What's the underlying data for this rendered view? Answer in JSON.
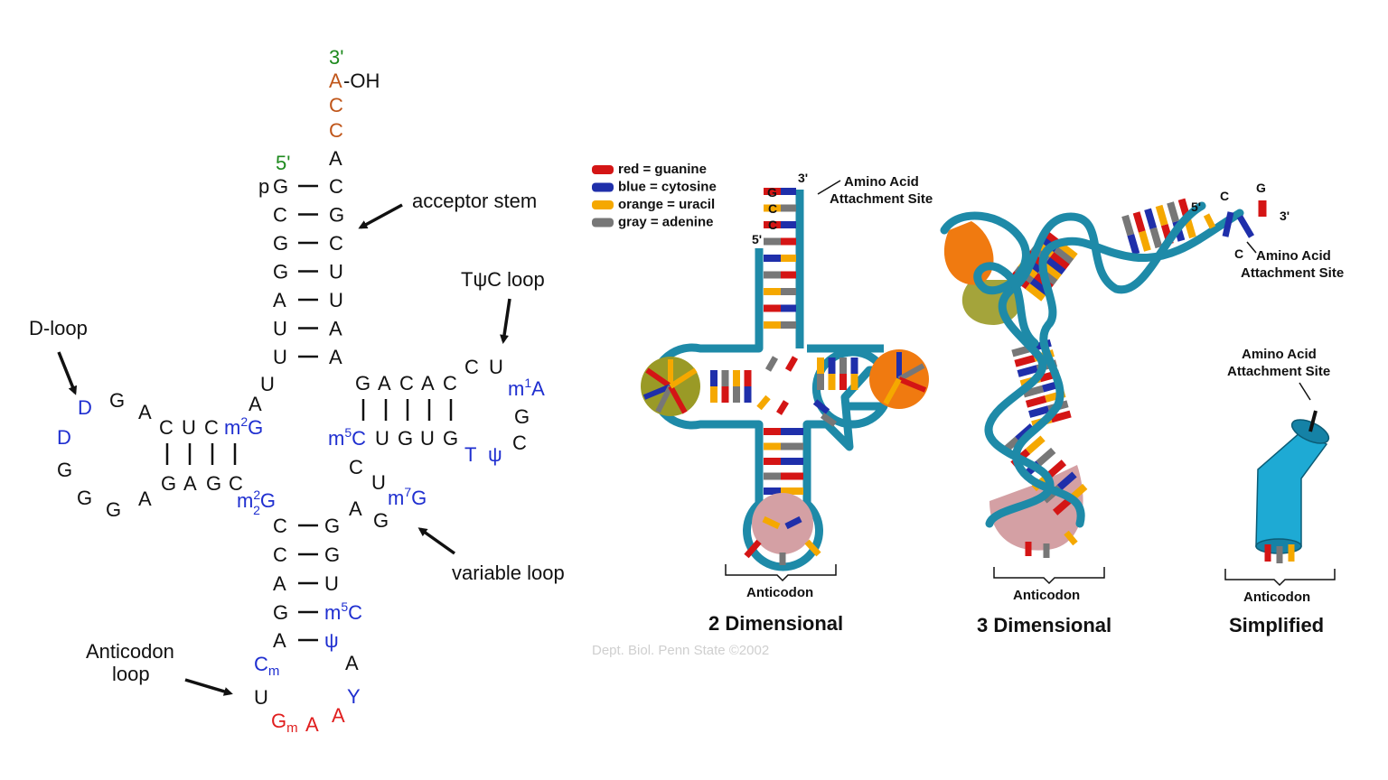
{
  "colors": {
    "text": "#111111",
    "modified": "#1f2fd0",
    "end_label": "#1e8a1e",
    "cca": "#c0561a",
    "anticodon": "#e01e1e",
    "backbone": "#1e8aa8",
    "guanine": "#d41515",
    "cytosine": "#1f2faa",
    "uracil": "#f5a800",
    "adenine": "#777777",
    "loop_olive": "#9a9a26",
    "loop_pink": "#d4a0a4",
    "loop_orange": "#f07a10"
  },
  "secondary": {
    "end3": "3'",
    "end5": "5'",
    "oh": "-OH",
    "p": "p",
    "stem_left": [
      "G",
      "C",
      "G",
      "G",
      "A",
      "U",
      "U"
    ],
    "stem_right": [
      "C",
      "G",
      "C",
      "U",
      "U",
      "A",
      "A"
    ],
    "labels": {
      "acceptor_stem": "acceptor stem",
      "tpsic_loop": "TψC loop",
      "d_loop": "D-loop",
      "variable_loop": "variable loop",
      "anticodon_loop_1": "Anticodon",
      "anticodon_loop_2": "loop"
    },
    "cca": [
      "A",
      "C",
      "C"
    ],
    "a_top": "A",
    "u_junction": "U",
    "a_junction": "A",
    "d_arm_top": [
      "C",
      "U",
      "C"
    ],
    "d_arm_bottom": [
      "G",
      "A",
      "G",
      "C"
    ],
    "d_loop": [
      "G",
      "A",
      "D",
      "D",
      "G",
      "G",
      "G",
      "A"
    ],
    "m2g_top": "m",
    "m2g_top_sup": "2",
    "m2g_top_g": "G",
    "m22g": "m",
    "m22g_sup": "2",
    "m22g_sub": "2",
    "m22g_g": "G",
    "t_arm_top": [
      "G",
      "A",
      "C",
      "A",
      "C"
    ],
    "t_arm_bottom": [
      "U",
      "G",
      "U",
      "G"
    ],
    "m5c_t": "m",
    "m5c_t_sup": "5",
    "m5c_t_c": "C",
    "t_loop_black": [
      "C",
      "U",
      "G",
      "C"
    ],
    "t_loop_blue": [
      "T",
      "ψ"
    ],
    "m1a": "m",
    "m1a_sup": "1",
    "m1a_a": "A",
    "var_black": [
      "C",
      "U",
      "A",
      "G"
    ],
    "m7g": "m",
    "m7g_sup": "7",
    "m7g_g": "G",
    "ac_stem_left": [
      "C",
      "C",
      "A",
      "G",
      "A"
    ],
    "ac_stem_right": [
      "G",
      "G",
      "U"
    ],
    "m5c_ac": "m",
    "m5c_ac_sup": "5",
    "m5c_ac_c": "C",
    "psi_ac": "ψ",
    "cm": "C",
    "cm_sub": "m",
    "ac_u": "U",
    "ac_a_right": "A",
    "ac_y": "Y",
    "gm": "G",
    "gm_sub": "m",
    "ac_a1": "A",
    "ac_a2": "A"
  },
  "legend": {
    "items": [
      {
        "text": "red = guanine",
        "color": "#d41515"
      },
      {
        "text": "blue = cytosine",
        "color": "#1f2faa"
      },
      {
        "text": "orange = uracil",
        "color": "#f5a800"
      },
      {
        "text": "gray = adenine",
        "color": "#777777"
      }
    ]
  },
  "panel2d": {
    "end3": "3'",
    "end5": "5'",
    "cca": [
      "G",
      "C",
      "C"
    ],
    "site1": "Amino Acid",
    "site2": "Attachment Site",
    "anticodon": "Anticodon",
    "caption": "2 Dimensional"
  },
  "panel3d": {
    "end5": "5'",
    "end3": "3'",
    "c1": "C",
    "g": "G",
    "c2": "C",
    "site1": "Amino Acid",
    "site2": "Attachment Site",
    "anticodon": "Anticodon",
    "caption": "3 Dimensional"
  },
  "panelsimple": {
    "site1": "Amino Acid",
    "site2": "Attachment Site",
    "anticodon": "Anticodon",
    "caption": "Simplified"
  },
  "credit": "Dept. Biol. Penn State ©2002"
}
